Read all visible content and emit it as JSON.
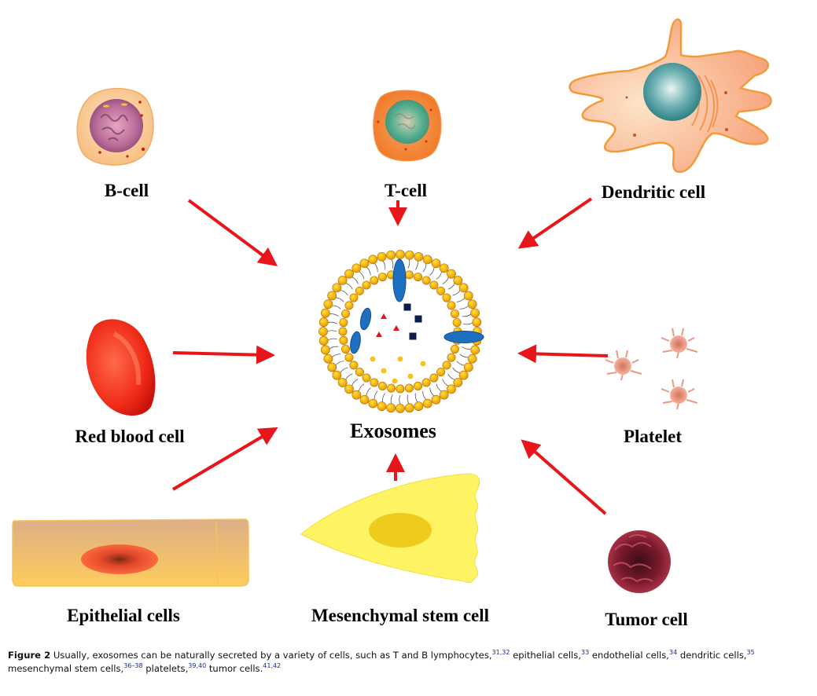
{
  "figure": {
    "center": {
      "label": "Exosomes"
    },
    "sources": [
      {
        "id": "b-cell",
        "label": "B-cell"
      },
      {
        "id": "t-cell",
        "label": "T-cell"
      },
      {
        "id": "dendritic-cell",
        "label": "Dendritic cell"
      },
      {
        "id": "red-blood-cell",
        "label": "Red blood cell"
      },
      {
        "id": "platelet",
        "label": "Platelet"
      },
      {
        "id": "epithelial-cells",
        "label": "Epithelial cells"
      },
      {
        "id": "mesenchymal-stem-cell",
        "label": "Mesenchymal stem cell"
      },
      {
        "id": "tumor-cell",
        "label": "Tumor cell"
      }
    ],
    "arrow_color": "#e8161b",
    "exosome_cargo": {
      "membrane_proteins": 2,
      "inner_proteins": 2,
      "red_triangles": 3,
      "navy_squares": 3,
      "yellow_dots": 6
    }
  },
  "caption": {
    "figure_number": "Figure 2",
    "segments": [
      {
        "text": " Usually, exosomes can be naturally secreted by a variety of cells, such as T and B lymphocytes,",
        "ref": "31,32"
      },
      {
        "text": " epithelial cells,",
        "ref": "33"
      },
      {
        "text": " endothelial cells,",
        "ref": "34"
      },
      {
        "text": " dendritic cells,",
        "ref": "35"
      },
      {
        "text": " mesenchymal stem cells,",
        "ref": "36–38"
      },
      {
        "text": " platelets,",
        "ref": "39,40"
      },
      {
        "text": " tumor cells.",
        "ref": "41,42"
      }
    ]
  }
}
